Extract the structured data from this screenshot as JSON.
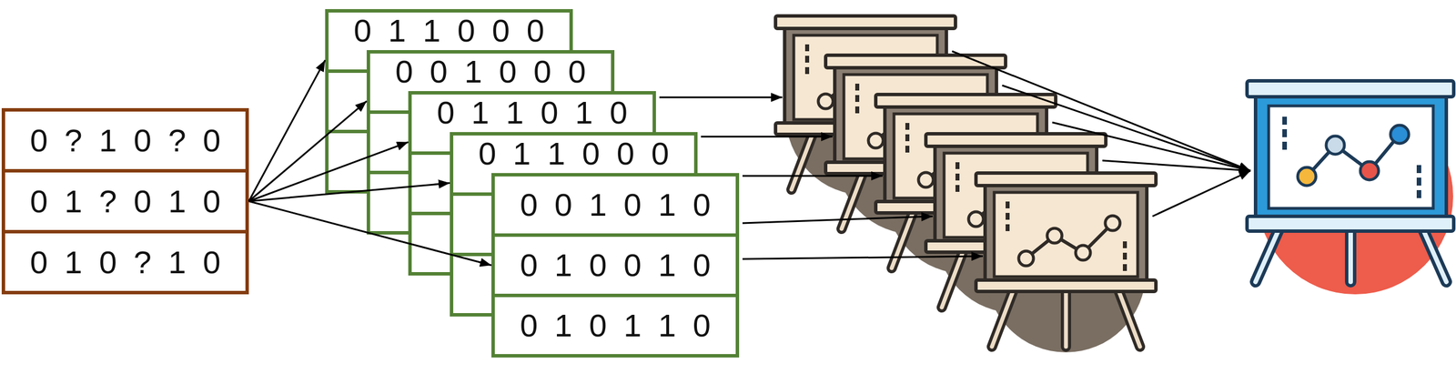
{
  "diagram": {
    "nodes": [
      {
        "text": [
          "0 ? 1 0 ? 0"
        ]
      },
      {
        "text": [
          "0 1 ? 0 1 0"
        ]
      },
      {
        "text": [
          "0 1 0 ? 1 0"
        ]
      },
      {
        "text": [
          "0 1 1 0 0 0"
        ]
      },
      {
        "text": [
          "0 0 1 0 0 0"
        ]
      },
      {
        "text": [
          "0 1 1 0 1 0"
        ]
      },
      {
        "text": [
          "0 1 1 0 0 0"
        ]
      },
      {
        "text": [
          "0 0 1 0 1 0"
        ]
      },
      {
        "text": [
          "0 1 0 0 1 0"
        ]
      },
      {
        "text": [
          "0 1 0 1 1 0"
        ]
      }
    ],
    "edges": [
      {
        "from": 1,
        "to": 3,
        "arrow": "to"
      },
      {
        "from": 1,
        "to": 4,
        "arrow": "to"
      },
      {
        "from": 1,
        "to": 5,
        "arrow": "to"
      },
      {
        "from": 1,
        "to": 6,
        "arrow": "to"
      },
      {
        "from": 1,
        "to": 8,
        "arrow": "to"
      }
    ]
  }
}
